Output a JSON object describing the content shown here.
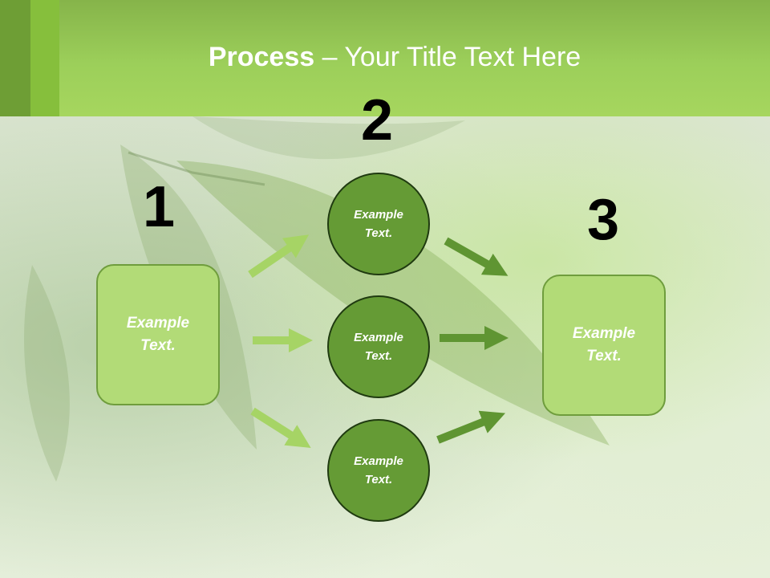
{
  "title": {
    "bold": "Process",
    "rest": " – Your Title Text Here"
  },
  "steps": [
    {
      "number": "1",
      "text_line1": "Example",
      "text_line2": "Text."
    },
    {
      "number": "2",
      "text_line1": "Example",
      "text_line2": "Text."
    },
    {
      "number": "3",
      "text_line1": "Example",
      "text_line2": "Text."
    }
  ],
  "circles": [
    {
      "line1": "Example",
      "line2": "Text."
    },
    {
      "line1": "Example",
      "line2": "Text."
    },
    {
      "line1": "Example",
      "line2": "Text."
    }
  ],
  "colors": {
    "header": "#9ccf5a",
    "box_fill": "#b2db77",
    "circle_fill": "#659b35",
    "arrow_light": "#a6d465",
    "arrow_dark": "#5f9532"
  }
}
